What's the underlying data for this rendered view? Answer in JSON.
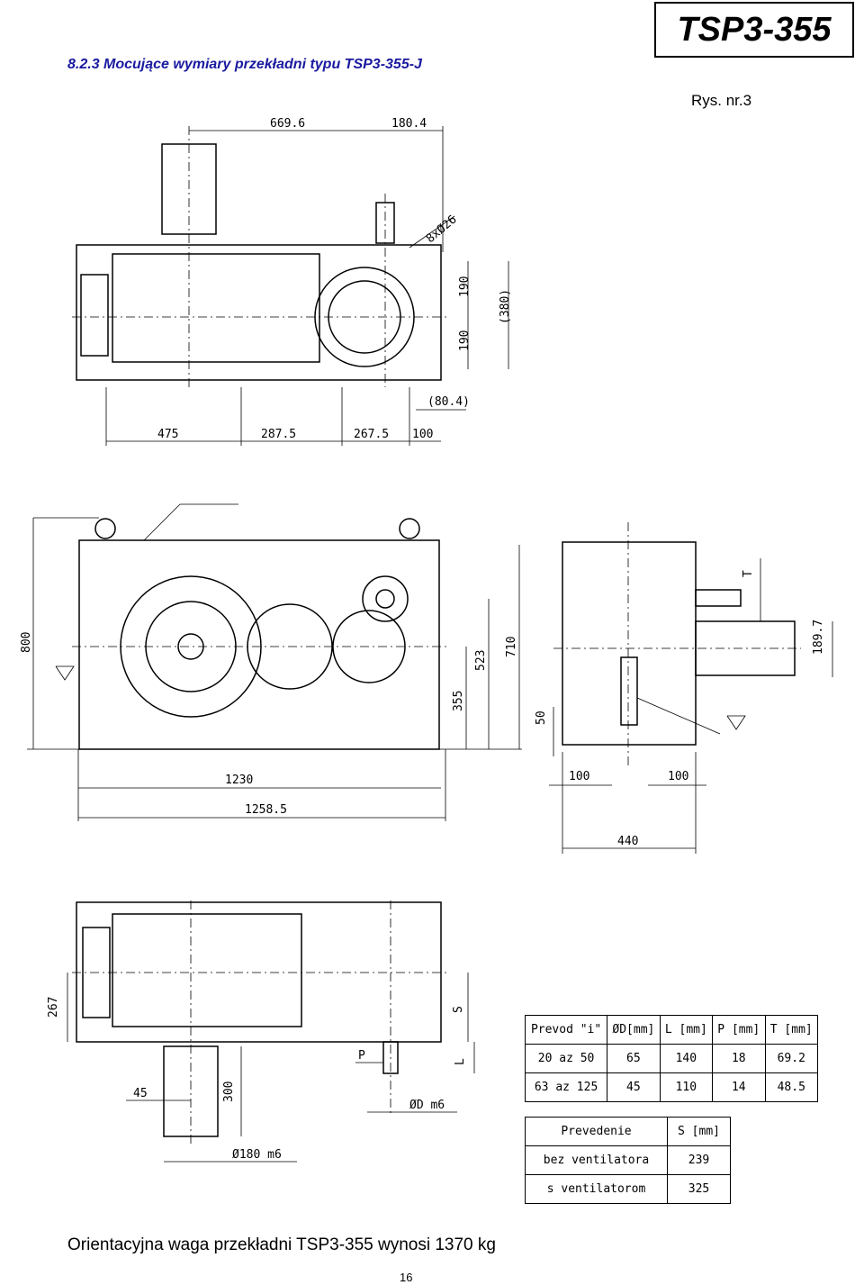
{
  "header": {
    "title": "8.2.3 Mocujące  wymiary  przekładni typu TSP3-355-J",
    "model": "TSP3-355",
    "figure": "Rys. nr.3"
  },
  "top_view": {
    "dims": [
      "669.6",
      "180.4",
      "8xØ26",
      "190",
      "190",
      "(380)",
      "(80.4)",
      "475",
      "287.5",
      "267.5",
      "100"
    ]
  },
  "front_view": {
    "dims": [
      "800",
      "710",
      "523",
      "355",
      "1230",
      "1258.5"
    ]
  },
  "side_view": {
    "dims": [
      "T",
      "189.7",
      "50",
      "100",
      "100",
      "440"
    ]
  },
  "bottom_view": {
    "dims": [
      "267",
      "S",
      "L",
      "P",
      "ØD m6",
      "45",
      "300",
      "Ø180 m6"
    ]
  },
  "table1": {
    "headers": [
      "Prevod \"i\"",
      "ØD[mm]",
      "L [mm]",
      "P [mm]",
      "T [mm]"
    ],
    "rows": [
      [
        "20 az 50",
        "65",
        "140",
        "18",
        "69.2"
      ],
      [
        "63 az 125",
        "45",
        "110",
        "14",
        "48.5"
      ]
    ]
  },
  "table2": {
    "headers": [
      "Prevedenie",
      "S [mm]"
    ],
    "rows": [
      [
        "bez ventilatora",
        "239"
      ],
      [
        "s ventilatorom",
        "325"
      ]
    ]
  },
  "footer": {
    "weight_note": "Orientacyjna waga przekładni TSP3-355 wynosi 1370 kg",
    "page": "16"
  }
}
